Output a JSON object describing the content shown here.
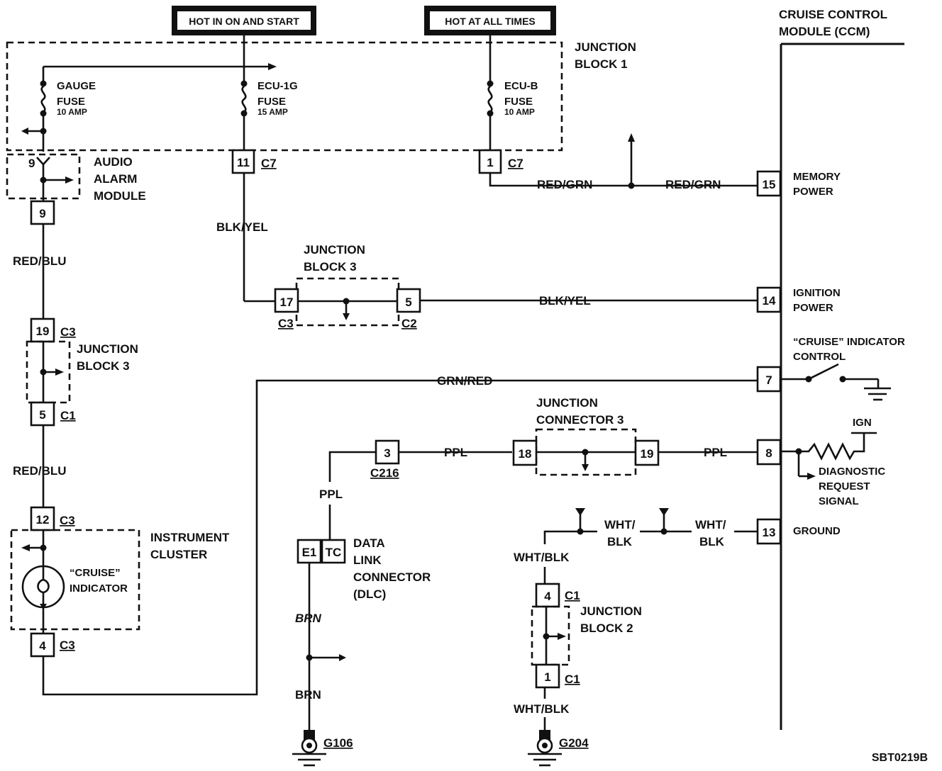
{
  "power": {
    "hot_run": "HOT IN ON AND START",
    "hot_always": "HOT AT ALL TIMES"
  },
  "junction_block_1": {
    "label_1": "JUNCTION",
    "label_2": "BLOCK 1",
    "gauge_fuse": [
      "GAUGE",
      "FUSE",
      "10 AMP"
    ],
    "ecu_ig_fuse": [
      "ECU-1G",
      "FUSE",
      "15 AMP"
    ],
    "ecu_b_fuse": [
      "ECU-B",
      "FUSE",
      "10 AMP"
    ],
    "pin_11": "11",
    "pin_1": "1",
    "conn_c7": "C7"
  },
  "audio_alarm": {
    "label_1": "AUDIO",
    "label_2": "ALARM",
    "label_3": "MODULE",
    "pin_9_in": "9",
    "pin_9_out": "9"
  },
  "wires": {
    "red_blu": "RED/BLU",
    "blk_yel": "BLK/YEL",
    "red_grn": "RED/GRN",
    "grn_red": "GRN/RED",
    "ppl": "PPL",
    "wht_blk": "WHT/BLK",
    "wht_1": "WHT/",
    "blk_1": "BLK",
    "brn": "BRN"
  },
  "junction_block_3": {
    "label_1": "JUNCTION",
    "label_2": "BLOCK 3",
    "pin_17": "17",
    "pin_5": "5",
    "conn_c3": "C3",
    "conn_c2": "C2",
    "pin_19": "19",
    "pin_5b": "5",
    "conn_c1": "C1"
  },
  "ccm": {
    "title_1": "CRUISE CONTROL",
    "title_2": "MODULE (CCM)",
    "pins": [
      {
        "num": "15",
        "label_1": "MEMORY",
        "label_2": "POWER"
      },
      {
        "num": "14",
        "label_1": "IGNITION",
        "label_2": "POWER"
      },
      {
        "num": "7",
        "label_1": "“CRUISE” INDICATOR",
        "label_2": "CONTROL"
      },
      {
        "num": "8",
        "label_1": "DIAGNOSTIC",
        "label_2": "REQUEST",
        "label_3": "SIGNAL"
      },
      {
        "num": "13",
        "label_1": "GROUND"
      }
    ],
    "ign": "IGN"
  },
  "junction_connector_3": {
    "label_1": "JUNCTION",
    "label_2": "CONNECTOR 3",
    "pin_18": "18",
    "pin_19": "19"
  },
  "c216": {
    "pin": "3",
    "conn": "C216"
  },
  "dlc": {
    "pin_e1": "E1",
    "pin_tc": "TC",
    "label_1": "DATA",
    "label_2": "LINK",
    "label_3": "CONNECTOR",
    "label_4": "(DLC)"
  },
  "instrument_cluster": {
    "label_1": "INSTRUMENT",
    "label_2": "CLUSTER",
    "pin_12": "12",
    "pin_4": "4",
    "conn_c3": "C3",
    "indicator_1": "“CRUISE”",
    "indicator_2": "INDICATOR"
  },
  "junction_block_2": {
    "label_1": "JUNCTION",
    "label_2": "BLOCK 2",
    "pin_4": "4",
    "pin_1": "1",
    "conn_c1": "C1"
  },
  "grounds": {
    "g106": "G106",
    "g204": "G204"
  },
  "figure_id": "SBT0219B"
}
